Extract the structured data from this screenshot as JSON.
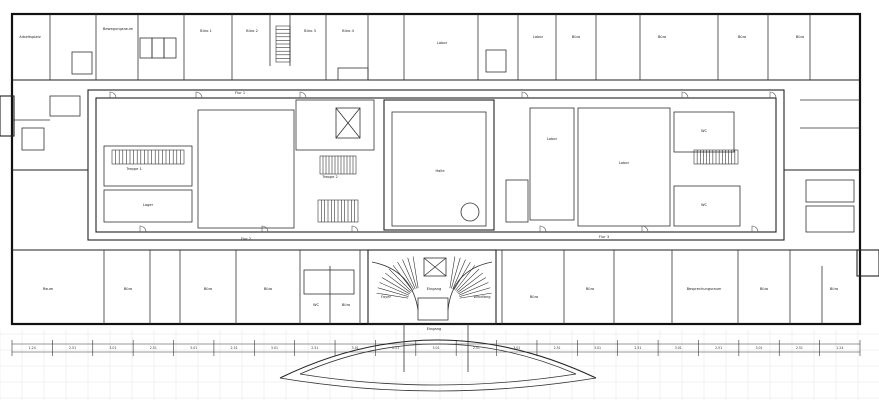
{
  "drawing": {
    "room_labels_top": [
      "Arbeitsplatz",
      "Bewegungsraum",
      "Büro 1",
      "Büro 2",
      "Büro 3",
      "Büro 4",
      "Labor",
      "Labor",
      "Büro",
      "Büro",
      "Büro",
      "Büro"
    ],
    "room_labels_center": [
      "Treppe 1",
      "Treppe 2",
      "Lager",
      "Flur 1",
      "Flur 2",
      "Halle",
      "Flur 3",
      "Labor",
      "Labor",
      "WC",
      "WC"
    ],
    "room_labels_bottom": [
      "Raum",
      "Büro",
      "Büro",
      "Büro",
      "Büro",
      "WC",
      "Eingang",
      "Büro",
      "Büro",
      "Besprechungsraum",
      "Büro",
      "Büro"
    ],
    "entrance_labels": [
      "Foyer",
      "Eingang",
      "Windfang"
    ],
    "dimension_values": [
      "1.24",
      "2.51",
      "3.01",
      "2.51",
      "3.01",
      "2.51",
      "3.01",
      "2.51",
      "3.01",
      "2.51",
      "3.01",
      "2.51",
      "3.01",
      "2.51",
      "3.01",
      "2.51",
      "3.01",
      "2.51",
      "3.01",
      "2.51",
      "1.24"
    ]
  }
}
